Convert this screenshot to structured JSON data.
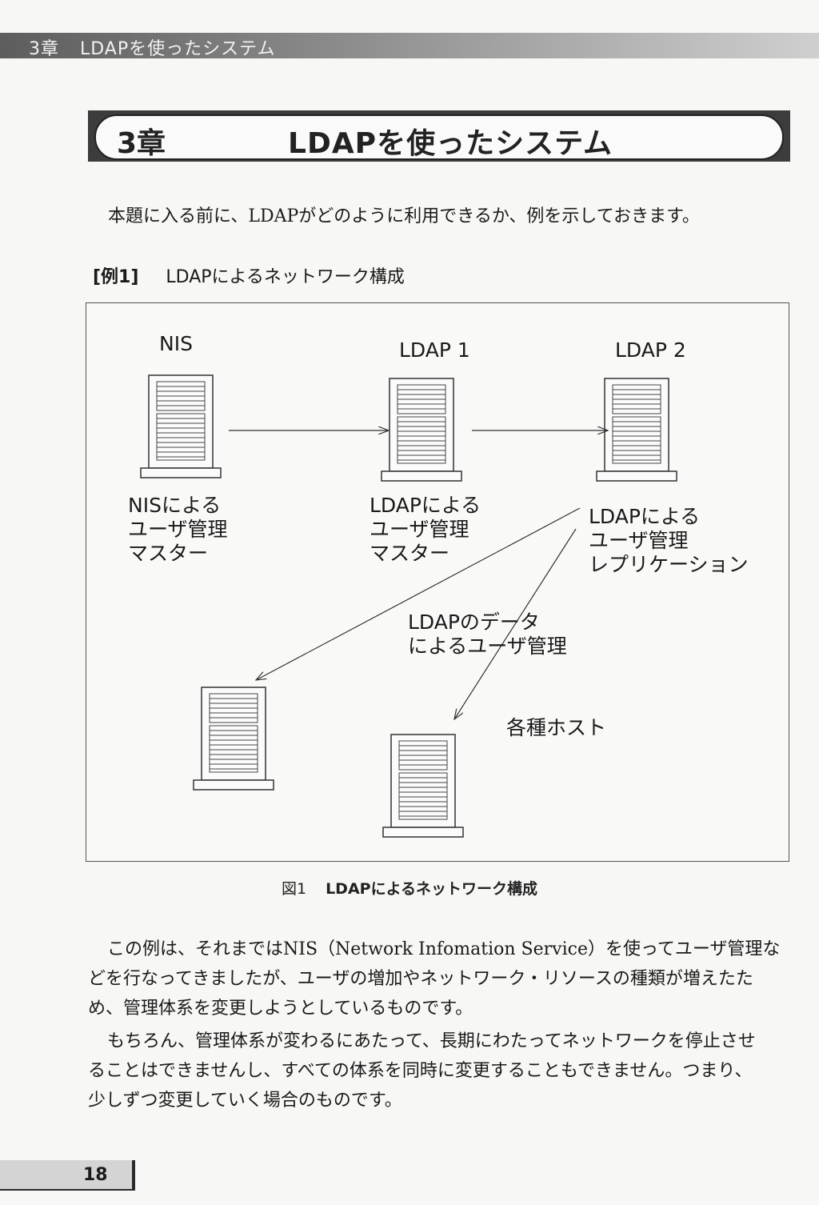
{
  "running_header": {
    "chapter": "3章",
    "title": "LDAPを使ったシステム"
  },
  "chapter_banner": {
    "number": "3章",
    "title": "LDAPを使ったシステム"
  },
  "intro_text": "本題に入る前に、LDAPがどのように利用できるか、例を示しておきます。",
  "example": {
    "tag": "[例1]",
    "title": "LDAPによるネットワーク構成"
  },
  "figure": {
    "servers": {
      "nis": {
        "name": "NIS",
        "desc": [
          "NISによる",
          "ユーザ管理",
          "マスター"
        ]
      },
      "ldap1": {
        "name": "LDAP 1",
        "desc": [
          "LDAPによる",
          "ユーザ管理",
          "マスター"
        ]
      },
      "ldap2": {
        "name": "LDAP 2",
        "desc": [
          "LDAPによる",
          "ユーザ管理",
          "レプリケーション"
        ]
      }
    },
    "flow_label": [
      "LDAPのデータ",
      "によるユーザ管理"
    ],
    "hosts_label": "各種ホスト"
  },
  "caption": {
    "number": "図1",
    "text": "LDAPによるネットワーク構成"
  },
  "paragraphs": [
    [
      "この例は、それまではNIS（Network Infomation Service）を使ってユーザ管理な",
      "どを行なってきましたが、ユーザの増加やネットワーク・リソースの種類が増えたた",
      "め、管理体系を変更しようとしているものです。"
    ],
    [
      "もちろん、管理体系が変わるにあたって、長期にわたってネットワークを停止させ",
      "ることはできませんし、すべての体系を同時に変更することもできません。つまり、",
      "少しずつ変更していく場合のものです。"
    ]
  ],
  "page_number": "18"
}
